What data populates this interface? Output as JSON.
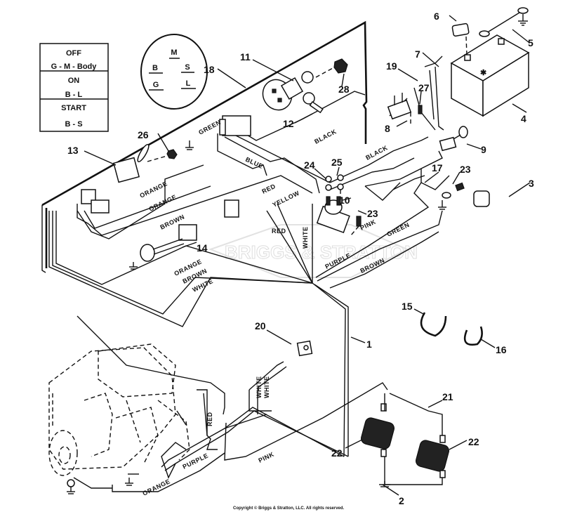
{
  "diagram": {
    "title": "Lawn tractor wiring harness exploded view",
    "watermark": "BRIGGS & STRATTON",
    "copyright": "Copyright © Briggs & Stratton, LLC. All rights reserved.",
    "switch_table": {
      "rows": [
        {
          "state": "OFF",
          "connection": "G - M - Body"
        },
        {
          "state": "ON",
          "connection": "B - L"
        },
        {
          "state": "START",
          "connection": "B - S"
        }
      ]
    },
    "terminal_diagram": {
      "terminals": [
        "M",
        "B",
        "S",
        "G",
        "L"
      ]
    },
    "callouts": [
      "1",
      "2",
      "3",
      "4",
      "5",
      "6",
      "7",
      "8",
      "9",
      "10",
      "11",
      "12",
      "13",
      "14",
      "15",
      "16",
      "17",
      "18",
      "19",
      "20",
      "21",
      "22",
      "22",
      "23",
      "23",
      "24",
      "25",
      "26",
      "27",
      "28"
    ],
    "wire_labels": {
      "green_top": "GREEN",
      "black_1": "BLACK",
      "black_2": "BLACK",
      "blue": "BLUE",
      "orange_1": "ORANGE",
      "orange_2": "ORANGE",
      "red_1": "RED",
      "yellow": "YELLOW",
      "brown_1": "BROWN",
      "red_2": "RED",
      "white_v": "WHITE",
      "pink_1": "PINK",
      "green_2": "GREEN",
      "purple_1": "PURPLE",
      "brown_2": "BROWN",
      "orange_3": "ORANGE",
      "brown_3": "BROWN",
      "white_1": "WHITE",
      "white_2": "WHITE",
      "white_3": "WHITE",
      "red_3": "RED",
      "purple_2": "PURPLE",
      "pink_2": "PINK",
      "orange_4": "ORANGE"
    }
  }
}
